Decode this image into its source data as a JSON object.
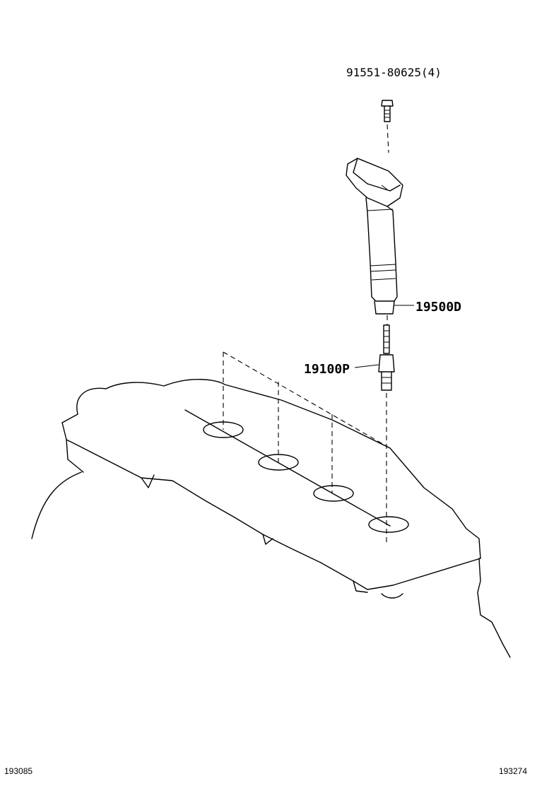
{
  "labels": {
    "bolt": "91551-80625(4)",
    "ignition_coil": "19500D",
    "spark_plug": "19100P"
  },
  "footer": {
    "left_code": "193085",
    "right_code": "193274"
  }
}
